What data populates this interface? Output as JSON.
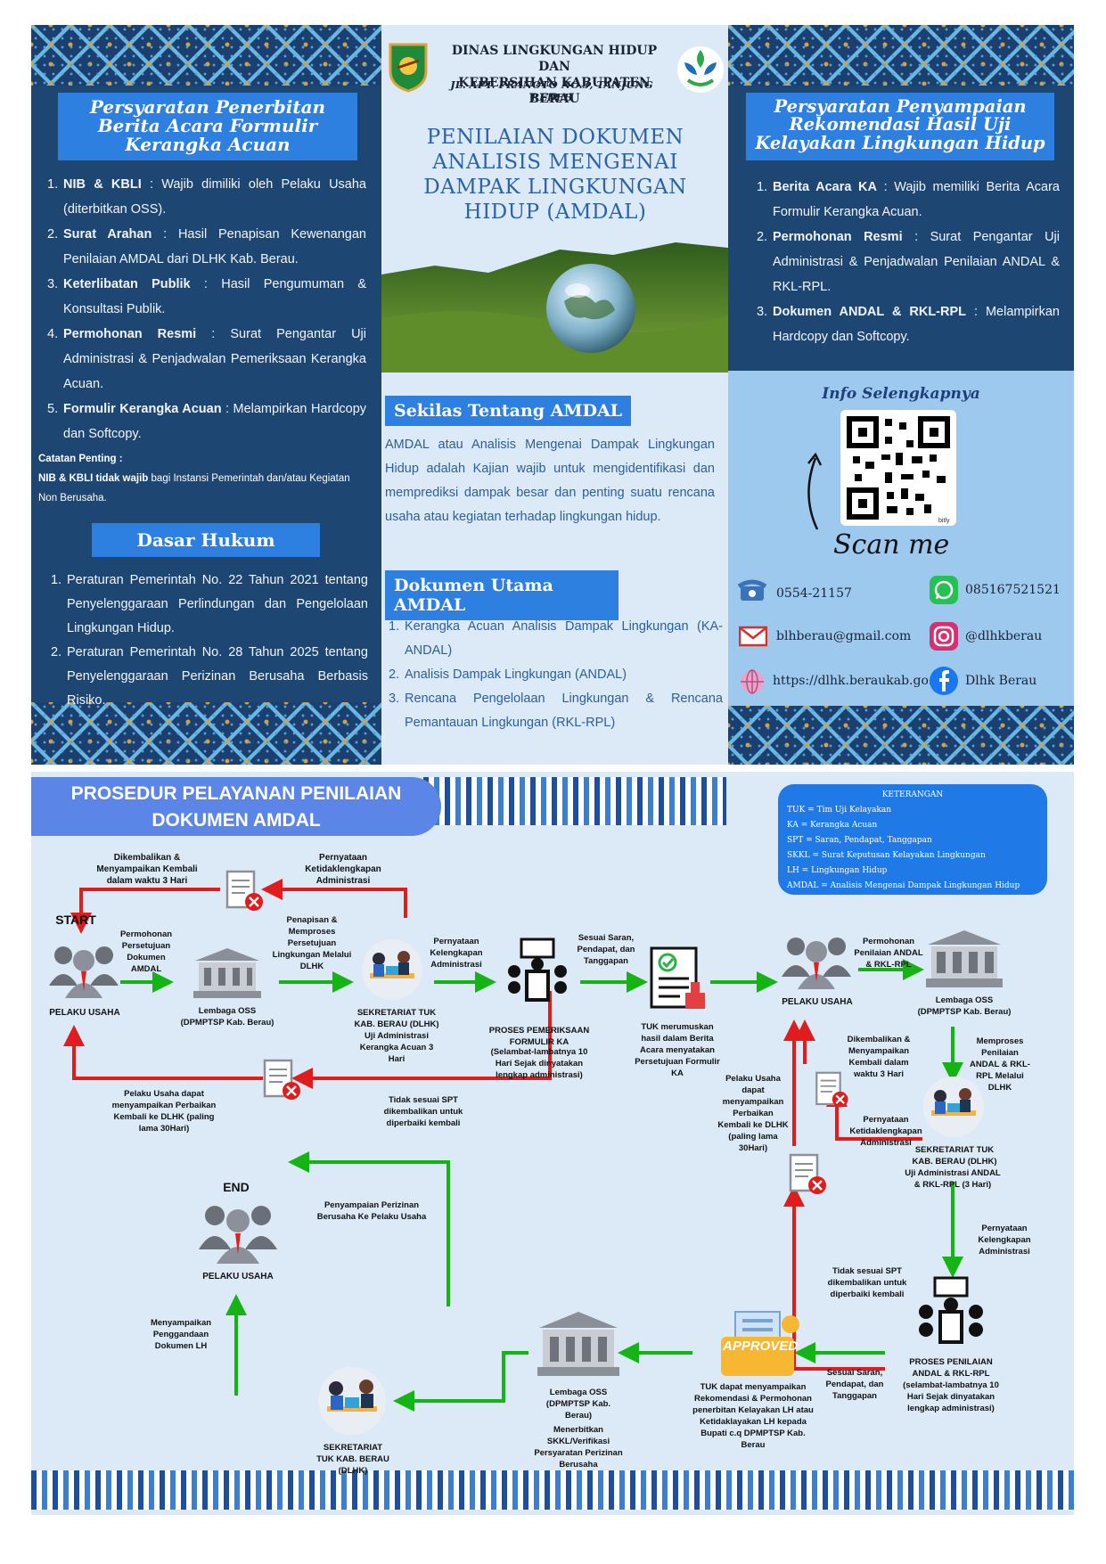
{
  "header": {
    "agency_line1": "DINAS LINGKUNGAN HIDUP DAN",
    "agency_line2": "KEBERSIHAN KABUPATEN BERAU",
    "address": "JL. APT. PRANOTO NO.3, TANJUNG REDEB"
  },
  "left": {
    "title": "Persyaratan Penerbitan Berita Acara Formulir Kerangka Acuan",
    "items": [
      {
        "num": "1.",
        "bold": "NIB & KBLI",
        "rest": " : Wajib dimiliki oleh Pelaku Usaha (diterbitkan OSS)."
      },
      {
        "num": "2.",
        "bold": "Surat Arahan",
        "rest": " : Hasil Penapisan Kewenangan Penilaian AMDAL dari DLHK Kab. Berau."
      },
      {
        "num": "3.",
        "bold": "Keterlibatan Publik",
        "rest": " : Hasil Pengumuman & Konsultasi Publik."
      },
      {
        "num": "4.",
        "bold": "Permohonan Resmi",
        "rest": " : Surat Pengantar Uji Administrasi & Penjadwalan Pemeriksaan Kerangka Acuan."
      },
      {
        "num": "5.",
        "bold": "Formulir Kerangka Acuan",
        "rest": " : Melampirkan Hardcopy dan Softcopy."
      }
    ],
    "note_label": "Catatan Penting :",
    "note_bold": "NIB & KBLI tidak wajib",
    "note_rest": " bagi Instansi Pemerintah dan/atau Kegiatan Non Berusaha.",
    "dasar_title": "Dasar Hukum",
    "dasar_items": [
      {
        "num": "1.",
        "text": "Peraturan Pemerintah No. 22 Tahun 2021 tentang Penyelenggaraan Perlindungan dan Pengelolaan Lingkungan Hidup."
      },
      {
        "num": "2.",
        "text": "Peraturan Pemerintah No. 28 Tahun 2025 tentang Penyelenggaraan Perizinan Berusaha Berbasis Risiko."
      }
    ]
  },
  "middle": {
    "heading": "PENILAIAN DOKUMEN ANALISIS MENGENAI DAMPAK LINGKUNGAN HIDUP (AMDAL)",
    "sekilas_title": "Sekilas Tentang AMDAL",
    "sekilas_text": "AMDAL atau Analisis Mengenai Dampak Lingkungan Hidup adalah Kajian wajib untuk mengidentifikasi dan memprediksi dampak besar dan penting suatu rencana usaha atau kegiatan terhadap lingkungan hidup.",
    "dokumen_title": "Dokumen Utama AMDAL",
    "dokumen_items": [
      {
        "num": "1.",
        "text": "Kerangka Acuan Analisis Dampak Lingkungan (KA-ANDAL)"
      },
      {
        "num": "2.",
        "text": "Analisis Dampak Lingkungan (ANDAL)"
      },
      {
        "num": "3.",
        "text": "Rencana Pengelolaan Lingkungan & Rencana Pemantauan Lingkungan (RKL-RPL)"
      }
    ]
  },
  "right": {
    "title": "Persyaratan Penyampaian Rekomendasi Hasil Uji Kelayakan Lingkungan Hidup",
    "items": [
      {
        "num": "1.",
        "bold": "Berita Acara KA",
        "rest": " : Wajib memiliki Berita Acara Formulir Kerangka Acuan."
      },
      {
        "num": "2.",
        "bold": "Permohonan Resmi",
        "rest": " : Surat Pengantar Uji Administrasi & Penjadwalan Penilaian ANDAL & RKL-RPL."
      },
      {
        "num": "3.",
        "bold": "Dokumen ANDAL & RKL-RPL",
        "rest": " : Melampirkan Hardcopy dan Softcopy."
      }
    ],
    "info_title": "Info Selengkapnya",
    "qr_caption": "bitly",
    "scan": "Scan me",
    "phone": "0554-21157",
    "whatsapp": "085167521521",
    "email": "blhberau@gmail.com",
    "instagram": "@dlhkberau",
    "website": "https://dlhk.beraukab.go.id",
    "facebook": "Dlhk Berau"
  },
  "flow": {
    "title_line1": "PROSEDUR PELAYANAN PENILAIAN",
    "title_line2": "DOKUMEN AMDAL",
    "legend_title": "KETERANGAN",
    "legend": [
      "TUK = Tim Uji Kelayakan",
      "KA = Kerangka Acuan",
      "SPT = Saran, Pendapat, Tanggapan",
      "SKKL = Surat Keputusan Kelayakan Lingkungan",
      "LH = Lingkungan Hidup",
      "AMDAL = Analisis Mengenai Dampak Lingkungan Hidup"
    ],
    "start": "START",
    "end": "END",
    "approved": "APPROVED",
    "labels": {
      "a1": "Dikembalikan & Menyampaikan Kembali dalam waktu 3 Hari",
      "a2": "Pernyataan Ketidaklengkapan Administrasi",
      "a3": "Permohonan Persetujuan Dokumen AMDAL",
      "a4": "Penapisan & Memproses Persetujuan Lingkungan Melalui DLHK",
      "a5": "Pernyataan Kelengkapan Administrasi",
      "a6": "Sesuai Saran, Pendapat, dan Tanggapan",
      "a7": "Permohonan Penilaian ANDAL & RKL-RPL",
      "n_pelaku1": "PELAKU USAHA",
      "n_oss1": "Lembaga OSS (DPMPTSP Kab. Berau)",
      "n_sek1": "SEKRETARIAT TUK KAB. BERAU (DLHK)",
      "n_sek1_sub": "Uji Administrasi Kerangka Acuan 3 Hari",
      "n_proses_ka": "PROSES PEMERIKSAAN FORMULIR KA",
      "n_proses_ka_sub": "(Selambat-lambatnya 10 Hari Sejak dinyatakan lengkap administrasi)",
      "n_tuk_ka": "TUK merumuskan hasil dalam Berita Acara menyatakan Persetujuan Formulir KA",
      "n_pelaku2": "PELAKU USAHA",
      "n_oss2": "Lembaga OSS (DPMPTSP Kab. Berau)",
      "a8": "Pelaku Usaha dapat menyampaikan Perbaikan Kembali ke DLHK (paling lama 30Hari)",
      "a9": "Tidak sesuai SPT dikembalikan untuk diperbaiki kembali",
      "a10": "Dikembalikan & Menyampaikan Kembali dalam waktu 3 Hari",
      "a11": "Memproses Penilaian ANDAL & RKL-RPL Melalui DLHK",
      "a12": "Pelaku Usaha dapat menyampaikan Perbaikan Kembali ke DLHK (paling lama 30Hari)",
      "a13": "Pernyataan Ketidaklengkapan Administrasi",
      "n_sek2": "SEKRETARIAT TUK KAB. BERAU (DLHK)",
      "n_sek2_sub": "Uji Administrasi ANDAL & RKL-RPL (3 Hari)",
      "a14": "Pernyataan Kelengkapan Administrasi",
      "a15": "Tidak sesuai SPT dikembalikan untuk diperbaiki kembali",
      "n_pelaku_end": "PELAKU USAHA",
      "a16": "Penyampaian Perizinan Berusaha Ke Pelaku Usaha",
      "a17": "Menyampaikan Penggandaan Dokumen LH",
      "n_proses_andal": "PROSES PENILAIAN ANDAL & RKL-RPL",
      "n_proses_andal_sub": "(selambat-lambatnya 10 Hari Sejak dinyatakan lengkap administrasi)",
      "a18": "Sesuai Saran, Pendapat, dan Tanggapan",
      "n_tuk_rek": "TUK dapat menyampaikan Rekomendasi & Permohonan penerbitan Kelayakan LH atau Ketidaklayakan LH kepada Bupati c.q DPMPTSP Kab. Berau",
      "n_oss3": "Lembaga OSS (DPMPTSP Kab. Berau)",
      "n_oss3_sub": "Menerbitkan SKKL/Verifikasi Persyaratan Perizinan Berusaha",
      "n_sek3": "SEKRETARIAT TUK KAB. BERAU (DLHK)"
    }
  }
}
